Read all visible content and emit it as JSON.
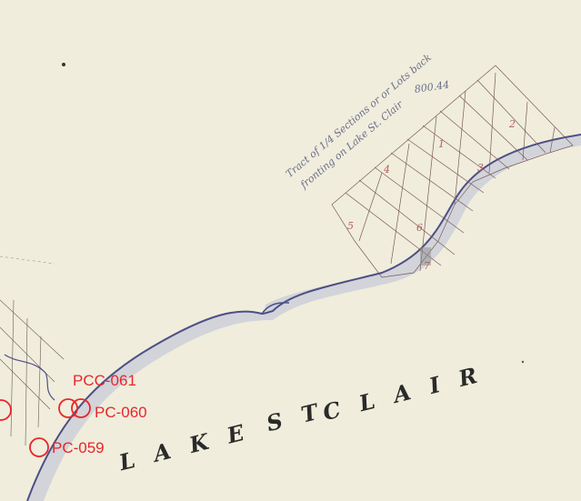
{
  "lake": {
    "name_part1": "LAKE",
    "name_part2": "ST",
    "name_part3": "CLAIR"
  },
  "note": {
    "line1": "Tract of 1/4 Sections or or Lots back",
    "line2": "fronting on Lake St. Clair",
    "number": "800.44"
  },
  "markers": [
    {
      "label": "PCC-061"
    },
    {
      "label": "PC-060"
    },
    {
      "label": "PC-059"
    }
  ],
  "lots": [
    {
      "label": "1"
    },
    {
      "label": "2"
    },
    {
      "label": "3"
    },
    {
      "label": "4"
    },
    {
      "label": "5"
    },
    {
      "label": "6"
    },
    {
      "label": "7"
    }
  ],
  "colors": {
    "marker": "#e8262a",
    "shore": "#4d4f86",
    "water_shadow": "#9aa3c8",
    "paper": "#f3f0e2"
  }
}
